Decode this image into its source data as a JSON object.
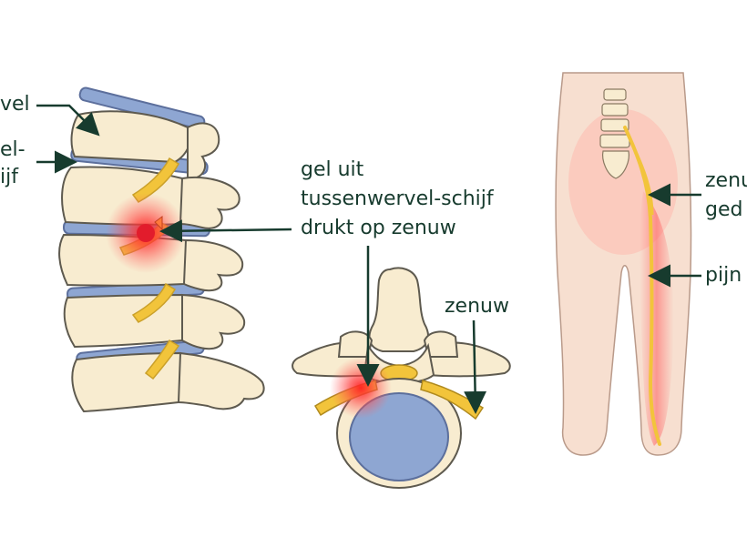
{
  "labels": {
    "wervel": "vel",
    "schijf_line1": "el-",
    "schijf_line2": "ijf",
    "gel_line1": "gel uit",
    "gel_line2": "tussenwervel-schijf",
    "gel_line3": "drukt op zenuw",
    "zenuw": "zenuw",
    "right_line1": "zenu",
    "right_line2": "ged",
    "pijn": "pijn"
  },
  "colors": {
    "bone": "#f8ecd0",
    "bone_outline": "#5e5a4f",
    "disc": "#8ea6d2",
    "disc_outline": "#5c6f9c",
    "nerve": "#f2c43b",
    "pain": "#e83b3b",
    "skin": "#f7dfd0",
    "label": "#173b2e"
  }
}
